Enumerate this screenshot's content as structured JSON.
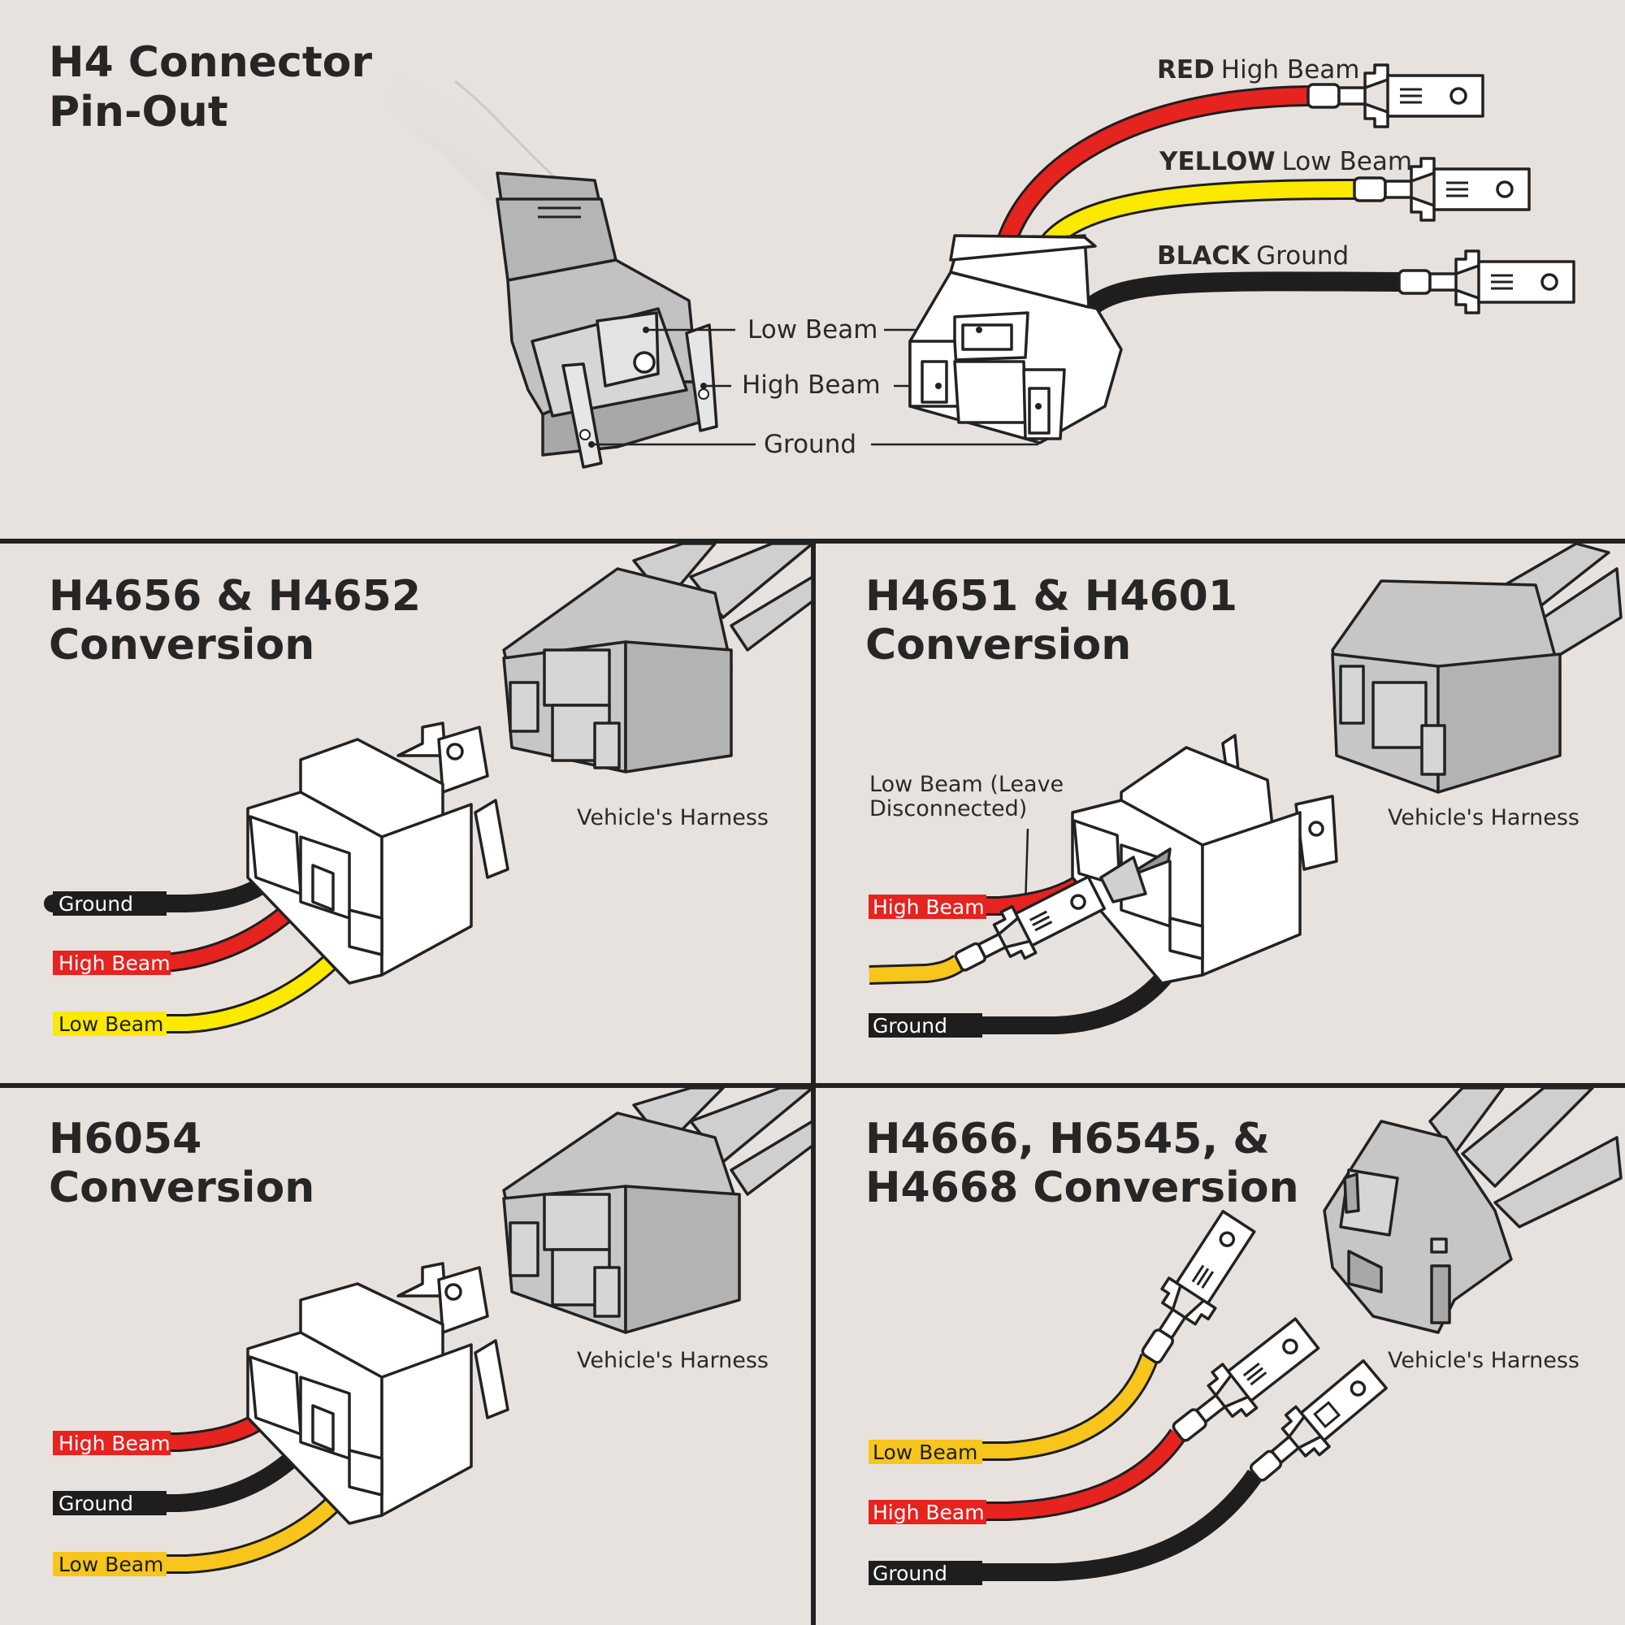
{
  "pinout": {
    "title_line1": "H4 Connector",
    "title_line2": "Pin-Out",
    "label_low": "Low Beam",
    "label_high": "High Beam",
    "label_ground": "Ground",
    "wires": [
      {
        "color_word": "RED",
        "function": "High Beam",
        "color": "#e5231f"
      },
      {
        "color_word": "YELLOW",
        "function": "Low Beam",
        "color": "#fbe900"
      },
      {
        "color_word": "BLACK",
        "function": "Ground",
        "color": "#1e1e1e"
      }
    ]
  },
  "panels": [
    {
      "title_line1": "H4656 & H4652",
      "title_line2": "Conversion",
      "harness_label": "Vehicle's Harness",
      "tags": [
        "Ground",
        "High Beam",
        "Low Beam"
      ]
    },
    {
      "title_line1": "H4651 & H4601",
      "title_line2": "Conversion",
      "harness_label": "Vehicle's Harness",
      "note_line1": "Low Beam (Leave",
      "note_line2": "Disconnected)",
      "tags": [
        "High Beam",
        "Ground"
      ]
    },
    {
      "title_line1": "H6054",
      "title_line2": "Conversion",
      "harness_label": "Vehicle's Harness",
      "tags": [
        "High Beam",
        "Ground",
        "Low Beam"
      ]
    },
    {
      "title_line1": "H4666, H6545, &",
      "title_line2": "H4668 Conversion",
      "harness_label": "Vehicle's Harness",
      "tags": [
        "Low Beam",
        "High Beam",
        "Ground"
      ]
    }
  ],
  "colors": {
    "background": "#e8e2de",
    "red": "#e5231f",
    "yellow": "#fbe900",
    "amber": "#f7c51b",
    "black": "#1e1e1e",
    "connector_grey": "#c9c9c9"
  }
}
